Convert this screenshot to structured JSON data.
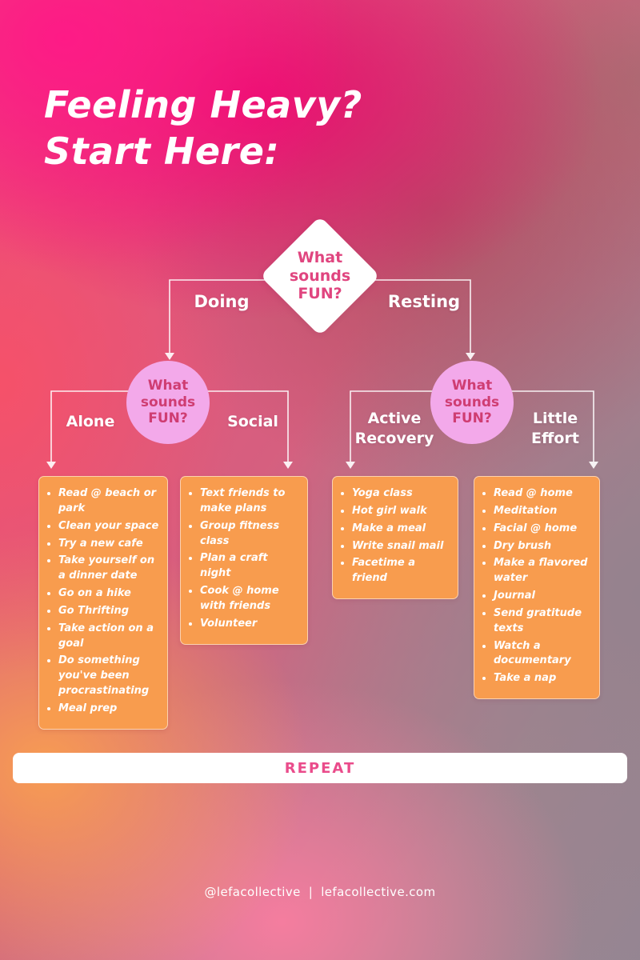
{
  "title": {
    "line1": "Feeling Heavy?",
    "line2": "Start Here:"
  },
  "root": {
    "question": "What sounds FUN?"
  },
  "level1": [
    {
      "label": "Doing",
      "question": "What sounds FUN?"
    },
    {
      "label": "Resting",
      "question": "What sounds FUN?"
    }
  ],
  "groups": [
    {
      "label": "Alone",
      "items": [
        "Read @ beach or park",
        "Clean your space",
        "Try a new cafe",
        "Take yourself on a dinner date",
        "Go on a hike",
        "Go Thrifting",
        "Take action on a goal",
        "Do something you've been procrastinating",
        "Meal prep"
      ]
    },
    {
      "label": "Social",
      "items": [
        "Text friends to make plans",
        "Group fitness class",
        "Plan a craft night",
        "Cook @ home with friends",
        "Volunteer"
      ]
    },
    {
      "label": "Active Recovery",
      "items": [
        "Yoga class",
        "Hot girl walk",
        "Make a meal",
        "Write snail mail",
        "Facetime a friend"
      ]
    },
    {
      "label": "Little Effort",
      "items": [
        "Read @ home",
        "Meditation",
        "Facial @ home",
        "Dry brush",
        "Make a flavored water",
        "Journal",
        "Send gratitude texts",
        "Watch a documentary",
        "Take a nap"
      ]
    }
  ],
  "repeat": {
    "label": "REPEAT"
  },
  "footer": {
    "handle": "@lefacollective",
    "separator": "|",
    "website": "lefacollective.com"
  },
  "colors": {
    "box_orange": "#F89C4E",
    "circle_pink": "#F3A9EA",
    "accent_pink": "#E0457F",
    "repeat_pink": "#EA4C8B",
    "text_white": "#FFFFFF"
  }
}
